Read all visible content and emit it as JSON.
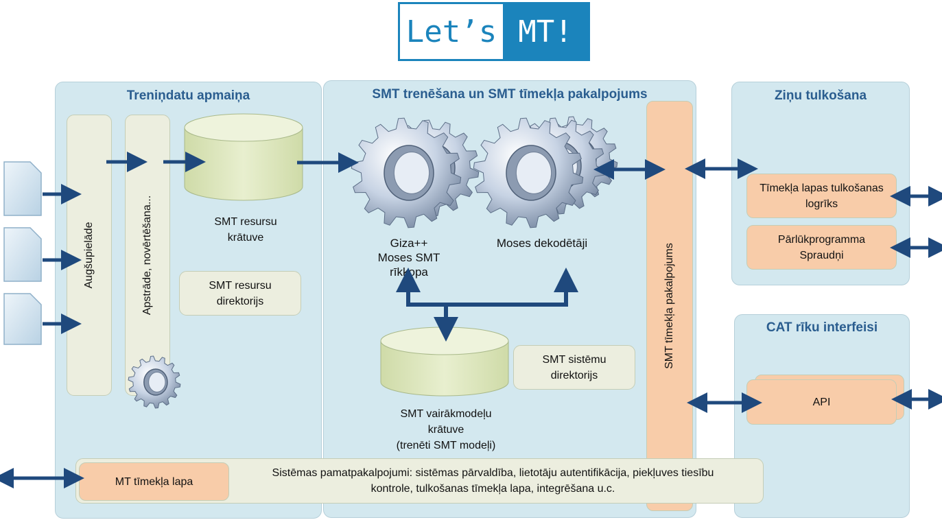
{
  "logo": {
    "left_text": "Let’s",
    "right_text": "MT!",
    "color": "#1b84bc"
  },
  "panels": {
    "training_exchange": {
      "title": "Treniņdatu apmaiņa"
    },
    "smt_training": {
      "title": "SMT trenēšana un SMT tīmekļa pakalpojums"
    },
    "news_translation": {
      "title": "Ziņu tulkošana"
    },
    "cat_interfaces": {
      "title": "CAT rīku interfeisi"
    }
  },
  "upload_label": "Augšupielāde",
  "processing_label": "Apstrāde, novērtēšana...",
  "resource_store_label": "SMT resursu\nkrātuve",
  "resource_directory_label": "SMT resursu\ndirektorijs",
  "giza_label": "Giza++\nMoses SMT\nrīkkopa",
  "moses_decoders_label": "Moses dekodētāji",
  "model_store_label": "SMT vairākmodeļu\nkrātuve\n(trenēti SMT modeļi)",
  "system_directory_label": "SMT sistēmu\ndirektorijs",
  "web_service_label": "SMT tīmekļa pakalpojums",
  "web_widget_label": "Tīmekļa lapas tulkošanas\nlogrīks",
  "browser_plugins_label": "Pārlūkprogramma\nSpraudņi",
  "api_label": "API",
  "mt_web_page_label": "MT tīmekļa lapa",
  "core_services_label": "Sistēmas pamatpakalpojumi: sistēmas pārvaldība, lietotāju autentifikācija, piekļuves tiesību\nkontrole, tulkošanas tīmekļa lapa, integrēšana u.c.",
  "colors": {
    "panel": "#d3e8ef",
    "beige_box": "#eceedf",
    "orange_box": "#f8cca9",
    "cylinder": "#dfe9bf",
    "arrow": "#1f497d",
    "title": "#2a5d8f"
  },
  "icons": [
    "document-icon",
    "gear-icon",
    "database-cylinder-icon",
    "arrow-icon"
  ]
}
